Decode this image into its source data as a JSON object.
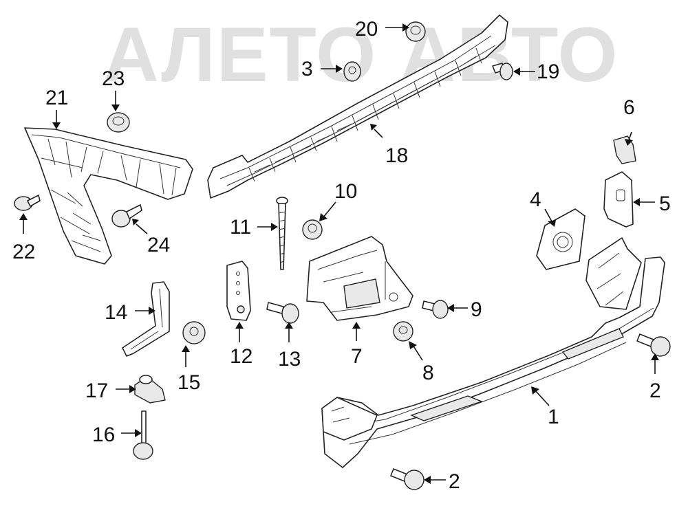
{
  "watermark": "АЛЕТО АВТО",
  "callouts": [
    {
      "id": "1",
      "label": "1"
    },
    {
      "id": "2a",
      "label": "2"
    },
    {
      "id": "2b",
      "label": "2"
    },
    {
      "id": "3",
      "label": "3"
    },
    {
      "id": "4",
      "label": "4"
    },
    {
      "id": "5",
      "label": "5"
    },
    {
      "id": "6",
      "label": "6"
    },
    {
      "id": "7",
      "label": "7"
    },
    {
      "id": "8",
      "label": "8"
    },
    {
      "id": "9",
      "label": "9"
    },
    {
      "id": "10",
      "label": "10"
    },
    {
      "id": "11",
      "label": "11"
    },
    {
      "id": "12",
      "label": "12"
    },
    {
      "id": "13",
      "label": "13"
    },
    {
      "id": "14",
      "label": "14"
    },
    {
      "id": "15",
      "label": "15"
    },
    {
      "id": "16",
      "label": "16"
    },
    {
      "id": "17",
      "label": "17"
    },
    {
      "id": "18",
      "label": "18"
    },
    {
      "id": "19",
      "label": "19"
    },
    {
      "id": "20",
      "label": "20"
    },
    {
      "id": "21",
      "label": "21"
    },
    {
      "id": "22",
      "label": "22"
    },
    {
      "id": "23",
      "label": "23"
    },
    {
      "id": "24",
      "label": "24"
    }
  ]
}
